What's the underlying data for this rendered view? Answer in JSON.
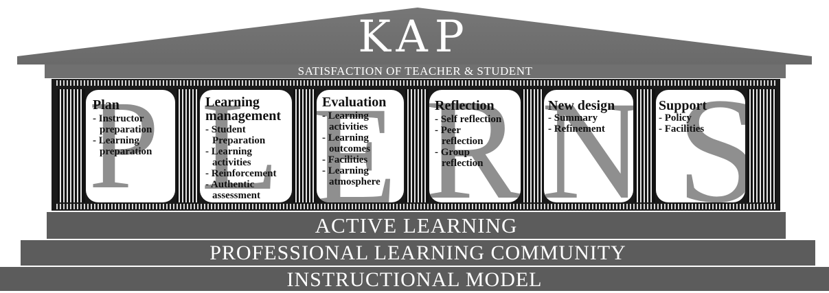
{
  "roof": {
    "title": "KAP"
  },
  "band": {
    "text": "SATISFACTION OF TEACHER & STUDENT"
  },
  "pillars": [
    {
      "heading": "Plan",
      "items": [
        "- Instructor preparation",
        "- Learning preparation"
      ],
      "letter": "P"
    },
    {
      "heading": "Learning management",
      "items": [
        "- Student Preparation",
        "- Learning activities",
        "- Reinforcement",
        "- Authentic assessment"
      ],
      "letter": "L"
    },
    {
      "heading": "Evaluation",
      "items": [
        "- Learning activities",
        "- Learning outcomes",
        "- Facilities",
        "- Learning atmosphere"
      ],
      "letter": "E"
    },
    {
      "heading": "Reflection",
      "items": [
        "- Self reflection",
        "- Peer reflection",
        "- Group reflection"
      ],
      "letter": "R"
    },
    {
      "heading": "New design",
      "items": [
        "- Summary",
        "- Refinement"
      ],
      "letter": "N"
    },
    {
      "heading": "Support",
      "items": [
        "- Policy",
        "- Facilities"
      ],
      "letter": "S"
    }
  ],
  "base": {
    "step1": "ACTIVE LEARNING",
    "step2": "PROFESSIONAL LEARNING COMMUNITY",
    "step3": "INSTRUCTIONAL MODEL"
  },
  "colors": {
    "dark": "#1a1a1a",
    "band": "#707070",
    "step": "#5c5c5c",
    "letter": "#8f8f8f"
  }
}
